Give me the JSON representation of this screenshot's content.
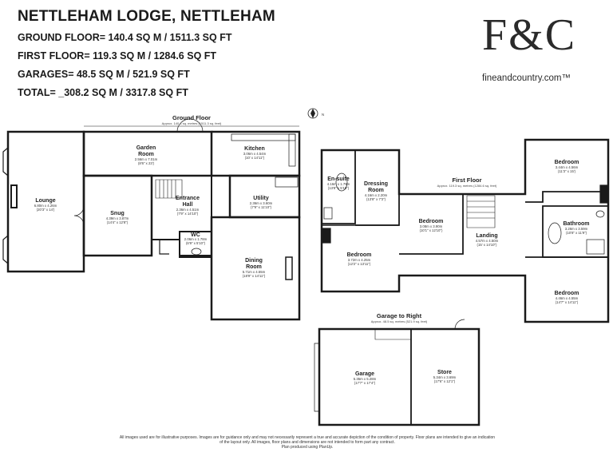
{
  "header": {
    "title": "NETTLEHAM LODGE, NETTLEHAM",
    "ground": "GROUND FLOOR= 140.4 SQ M / 1511.3 SQ FT",
    "first": "FIRST FLOOR= 119.3 SQ M / 1284.6 SQ FT",
    "garages": "GARAGES= 48.5 SQ M / 521.9 SQ FT",
    "total": "TOTAL= _308.2 SQ M / 3317.8 SQ FT"
  },
  "logo": {
    "mark": "F&C",
    "url": "fineandcountry.com™"
  },
  "floors": {
    "ground": {
      "label": "Ground Floor",
      "area": "Approx. 140.4 sq. metres (1511.3 sq. feet)"
    },
    "first": {
      "label": "First Floor",
      "area": "Approx. 119.3 sq. metres (1284.6 sq. feet)"
    },
    "garage": {
      "label": "Garage to Right",
      "area": "Approx. 48.5 sq. metres (521.9 sq. feet)"
    }
  },
  "rooms": {
    "lounge": {
      "name": "Lounge",
      "dim1": "6.80m x 4.26m",
      "dim2": "(20'3\" x 14')"
    },
    "garden_room": {
      "name": "Garden",
      "name2": "Room",
      "dim1": "2.56m x 7.01m",
      "dim2": "(8'6\" x 23')"
    },
    "kitchen": {
      "name": "Kitchen",
      "dim1": "3.06m x 4.54m",
      "dim2": "(10' x 14'11\")"
    },
    "snug": {
      "name": "Snug",
      "dim1": "4.39m x 3.87m",
      "dim2": "(14'4\" x 12'8\")"
    },
    "entrance_hall": {
      "name": "Entrance",
      "name2": "Hall",
      "dim1": "2.36m x 4.51m",
      "dim2": "(7'9\" x 14'10\")"
    },
    "utility": {
      "name": "Utility",
      "dim1": "2.36m x 3.60m",
      "dim2": "(7'9\" x 11'10\")"
    },
    "wc": {
      "name": "WC",
      "dim1": "2.06m x 1.78m",
      "dim2": "(6'9\" x 5'10\")"
    },
    "dining_room": {
      "name": "Dining",
      "name2": "Room",
      "dim1": "5.71m x 4.55m",
      "dim2": "(18'9\" x 14'11\")"
    },
    "en_suite": {
      "name": "En-suite",
      "dim1": "4.16m x 1.79m",
      "dim2": "(13'8\" x 5'10\")"
    },
    "dressing_room": {
      "name": "Dressing",
      "name2": "Room",
      "dim1": "4.16m x 2.20m",
      "dim2": "(13'8\" x 7'3\")"
    },
    "bedroom_a": {
      "name": "Bedroom",
      "dim1": "3.72m x 4.25m",
      "dim2": "(12'2\" x 13'11\")"
    },
    "bedroom_b": {
      "name": "Bedroom",
      "dim1": "3.08m x 3.90m",
      "dim2": "(10'1\" x 12'10\")"
    },
    "bedroom_c": {
      "name": "Bedroom",
      "dim1": "3.44m x 4.56m",
      "dim2": "(11'3\" x 15')"
    },
    "bathroom": {
      "name": "Bathroom",
      "dim1": "3.26m x 3.59m",
      "dim2": "(10'8\" x 11'9\")"
    },
    "landing": {
      "name": "Landing",
      "dim1": "4.57m x 4.50m",
      "dim2": "(15' x 14'10\")"
    },
    "bedroom_d": {
      "name": "Bedroom",
      "dim1": "4.46m x 4.55m",
      "dim2": "(14'7\" x 14'11\")"
    },
    "garage": {
      "name": "Garage",
      "dim1": "5.35m x 5.28m",
      "dim2": "(17'7\" x 17'4\")"
    },
    "store": {
      "name": "Store",
      "dim1": "5.34m x 3.69m",
      "dim2": "(17'6\" x 12'1\")"
    }
  },
  "compass": "N",
  "disclaimer": {
    "line1": "All images used are for illustrative purposes. Images are for guidance only and may not necessarily represent a true and accurate depiction of the condition of property. Floor plans are intended to give an indication",
    "line2": "of the layout only. All images, floor plans and dimensions are not intended to form part any contract.",
    "line3": "Plan produced using PlanUp."
  }
}
